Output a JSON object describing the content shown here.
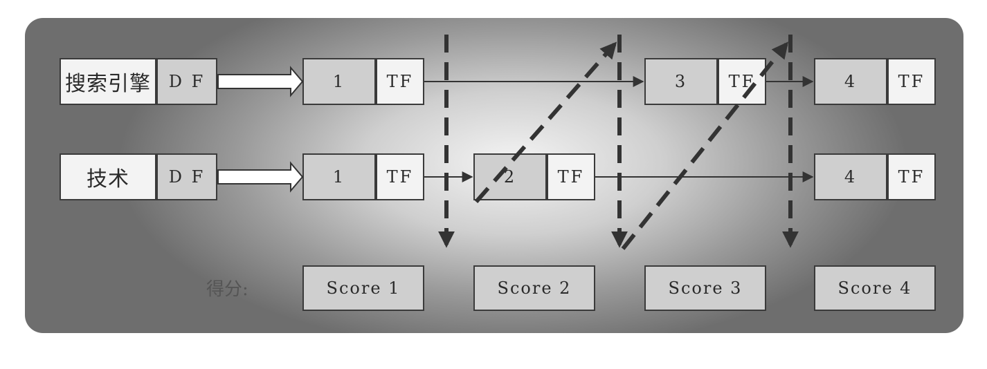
{
  "rows": [
    {
      "term": "搜索引擎",
      "df_label": "D F",
      "postings": [
        {
          "doc": "1",
          "tf": "TF"
        },
        {
          "doc": "3",
          "tf": "TF"
        },
        {
          "doc": "4",
          "tf": "TF"
        }
      ]
    },
    {
      "term": "技术",
      "df_label": "D F",
      "postings": [
        {
          "doc": "1",
          "tf": "TF"
        },
        {
          "doc": "2",
          "tf": "TF"
        },
        {
          "doc": "4",
          "tf": "TF"
        }
      ]
    }
  ],
  "score_label": "得分:",
  "scores": [
    "Score 1",
    "Score 2",
    "Score 3",
    "Score 4"
  ]
}
